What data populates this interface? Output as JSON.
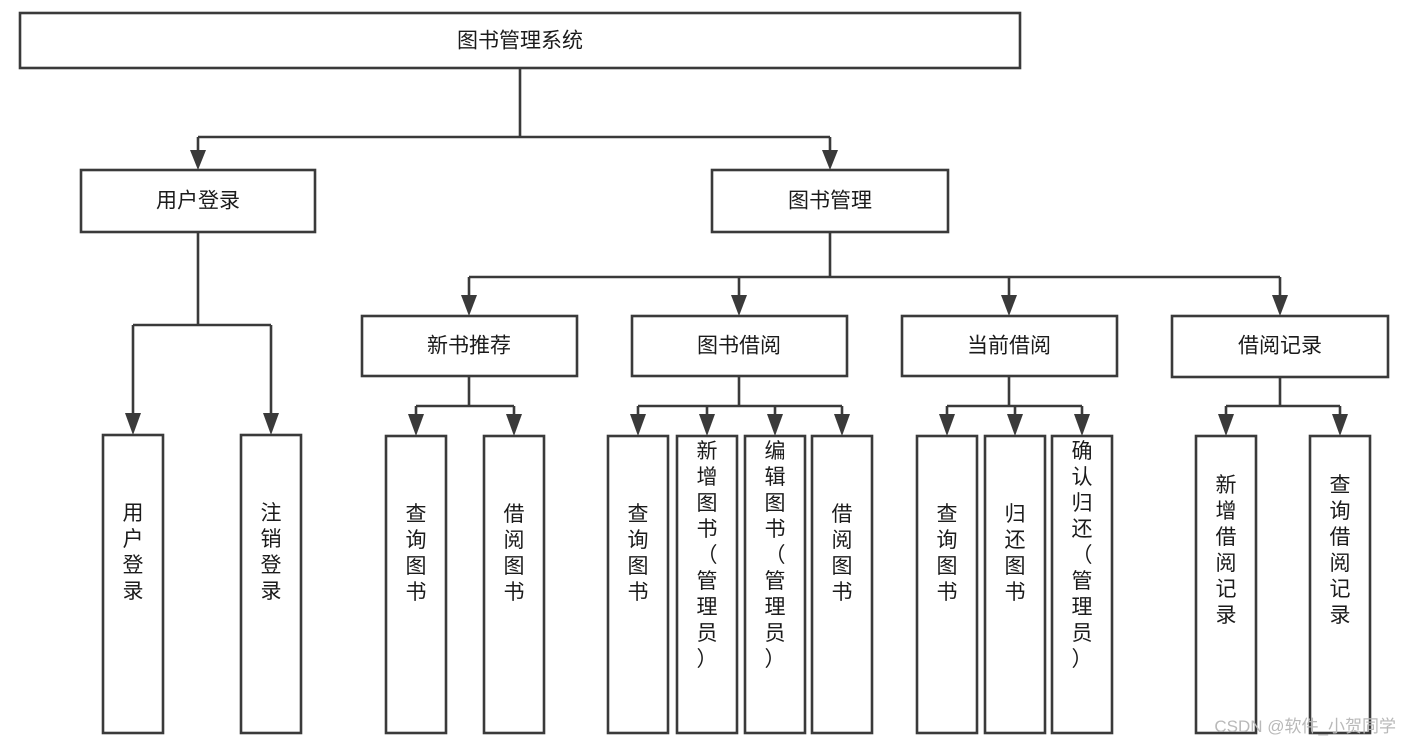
{
  "diagram": {
    "title": "图书管理系统",
    "type": "tree-hierarchy-diagram",
    "root": {
      "id": "root",
      "label": "图书管理系统",
      "orientation": "horizontal"
    },
    "level1": [
      {
        "id": "user-login",
        "label": "用户登录",
        "orientation": "horizontal"
      },
      {
        "id": "book-management",
        "label": "图书管理",
        "orientation": "horizontal"
      }
    ],
    "level2": [
      {
        "id": "new-book-recommend",
        "label": "新书推荐",
        "parent": "book-management",
        "orientation": "horizontal"
      },
      {
        "id": "book-borrow",
        "label": "图书借阅",
        "parent": "book-management",
        "orientation": "horizontal"
      },
      {
        "id": "current-borrow",
        "label": "当前借阅",
        "parent": "book-management",
        "orientation": "horizontal"
      },
      {
        "id": "borrow-record",
        "label": "借阅记录",
        "parent": "book-management",
        "orientation": "horizontal"
      }
    ],
    "leaves": [
      {
        "id": "leaf-user-login",
        "label": "用户登录",
        "parent": "user-login",
        "orientation": "vertical"
      },
      {
        "id": "leaf-user-logout",
        "label": "注销登录",
        "parent": "user-login",
        "orientation": "vertical"
      },
      {
        "id": "leaf-query-book-1",
        "label": "查询图书",
        "parent": "new-book-recommend",
        "orientation": "vertical"
      },
      {
        "id": "leaf-borrow-book-1",
        "label": "借阅图书",
        "parent": "new-book-recommend",
        "orientation": "vertical"
      },
      {
        "id": "leaf-query-book-2",
        "label": "查询图书",
        "parent": "book-borrow",
        "orientation": "vertical"
      },
      {
        "id": "leaf-add-book",
        "label": "新增图书（管理员）",
        "parent": "book-borrow",
        "orientation": "vertical"
      },
      {
        "id": "leaf-edit-book",
        "label": "编辑图书（管理员）",
        "parent": "book-borrow",
        "orientation": "vertical"
      },
      {
        "id": "leaf-borrow-book-2",
        "label": "借阅图书",
        "parent": "book-borrow",
        "orientation": "vertical"
      },
      {
        "id": "leaf-query-book-3",
        "label": "查询图书",
        "parent": "current-borrow",
        "orientation": "vertical"
      },
      {
        "id": "leaf-return-book",
        "label": "归还图书",
        "parent": "current-borrow",
        "orientation": "vertical"
      },
      {
        "id": "leaf-confirm-return",
        "label": "确认归还（管理员）",
        "parent": "current-borrow",
        "orientation": "vertical"
      },
      {
        "id": "leaf-add-record",
        "label": "新增借阅记录",
        "parent": "borrow-record",
        "orientation": "vertical"
      },
      {
        "id": "leaf-query-record",
        "label": "查询借阅记录",
        "parent": "borrow-record",
        "orientation": "vertical"
      }
    ],
    "colors": {
      "stroke": "#3a3a3a",
      "fill": "#ffffff",
      "text": "#1b1b1b",
      "watermark": "#b9b9b9",
      "background": "#ffffff"
    }
  },
  "watermark": {
    "text": "CSDN @软件_小贺同学"
  }
}
